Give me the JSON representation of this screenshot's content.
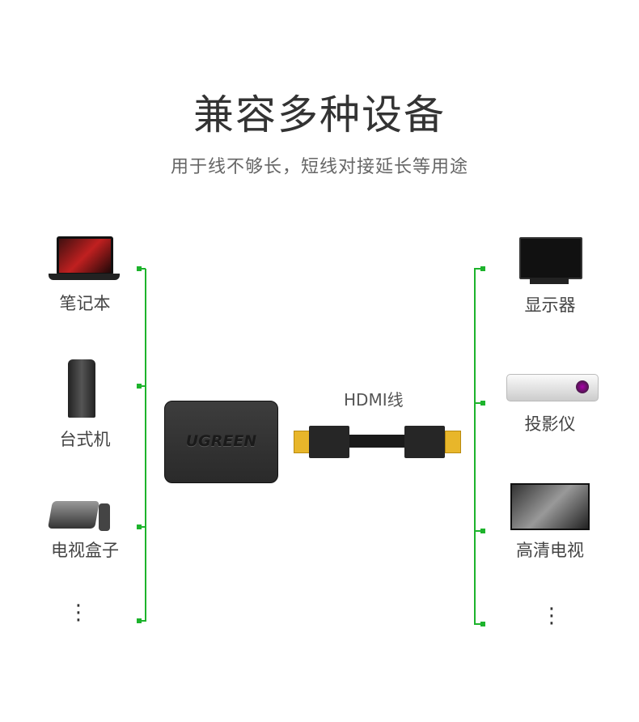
{
  "title": "兼容多种设备",
  "subtitle": "用于线不够长，短线对接延长等用途",
  "left_devices": [
    {
      "label": "笔记本"
    },
    {
      "label": "台式机"
    },
    {
      "label": "电视盒子"
    },
    {
      "label": "⋮"
    }
  ],
  "right_devices": [
    {
      "label": "显示器"
    },
    {
      "label": "投影仪"
    },
    {
      "label": "高清电视"
    },
    {
      "label": "⋮"
    }
  ],
  "adapter": {
    "brand": "UGREEN"
  },
  "cable": {
    "label": "HDMI线"
  },
  "colors": {
    "accent": "#1db32c"
  }
}
